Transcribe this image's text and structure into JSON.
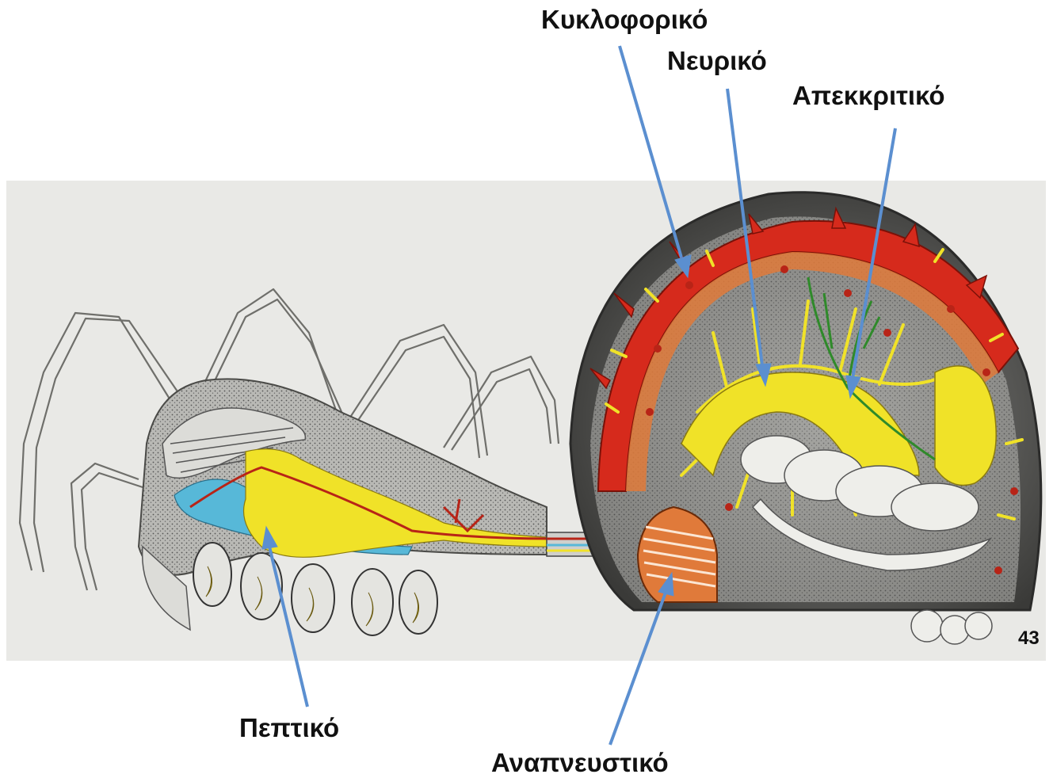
{
  "labels": {
    "circulatory": "Κυκλοφορικό",
    "nervous": "Νευρικό",
    "excretory": "Απεκκριτικό",
    "digestive": "Πεπτικό",
    "respiratory": "Αναπνευστικό"
  },
  "page_number": "43",
  "colors": {
    "pointer": "#5b8fd0",
    "circulatory": "#d62a1c",
    "nervous": "#f0e228",
    "excretory": "#2f8a2a",
    "digestive": "#57b8d8",
    "respiratory": "#e07a3a",
    "background_panel": "#e9e9e6"
  }
}
